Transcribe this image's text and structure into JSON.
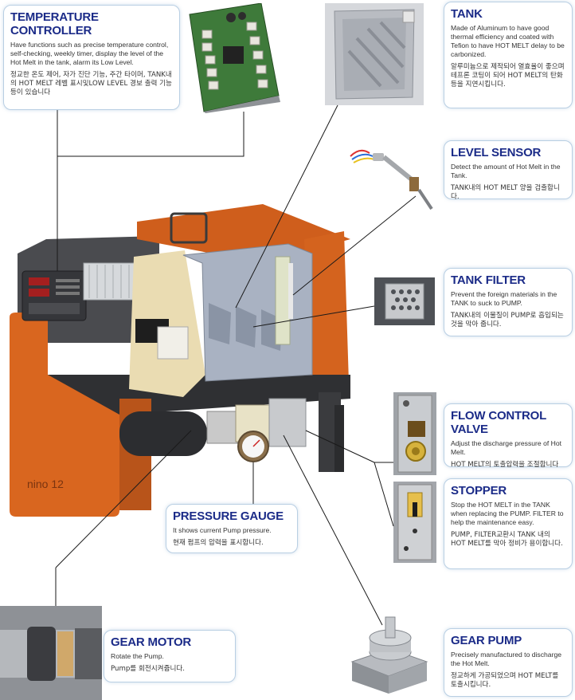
{
  "callouts": {
    "temperature_controller": {
      "title": "TEMPERATURE CONTROLLER",
      "en": "Have functions such as precise temperature control, self-checking, weekly timer, display the level of the Hot Melt in the tank, alarm its Low Level.",
      "ko": "정교한 온도 제어, 자가 진단 기능, 주간 타이머, TANK내의 HOT MELT 레벨 표시및LOW LEVEL 경보 출력 기능등이 있습니다"
    },
    "tank": {
      "title": "TANK",
      "en": "Made of Aluminum to have good thermal efficiency and coated with Tefion to have HOT MELT delay to be carbonized.",
      "ko": "알루미늄으로 제작되어 열효율이 좋으며 테프론 코팅이 되어 HOT MELT의 탄화등을 지연시킵니다."
    },
    "level_sensor": {
      "title": "LEVEL SENSOR",
      "en": "Detect the amount of Hot Melt in the Tank.",
      "ko": "TANK내의 HOT MELT 양을 검출합니다."
    },
    "tank_filter": {
      "title": "TANK FILTER",
      "en": "Prevent the foreign materials in the TANK to suck to PUMP.",
      "ko": "TANK내의 이물질이 PUMP로 흡입되는것을 막아 줍니다."
    },
    "flow_control_valve": {
      "title": "FLOW CONTROL VALVE",
      "en": "Adjust the discharge pressure of Hot Melt.",
      "ko": "HOT MELT의 토출압력을 조절합니다"
    },
    "stopper": {
      "title": "STOPPER",
      "en": "Stop the HOT MELT in the TANK when replacing the PUMP. FILTER to help the maintenance easy.",
      "ko": "PUMP, FILTER교환시 TANK 내의 HOT MELT를 막아 정비가 용이합니다."
    },
    "pressure_gauge": {
      "title": "PRESSURE GAUGE",
      "en": "It shows current Pump pressure.",
      "ko": "현재 펌프의 압력을 표시합니다."
    },
    "gear_motor": {
      "title": "GEAR MOTOR",
      "en": "Rotate the Pump.",
      "ko": "Pump를 회전시켜줍니다."
    },
    "gear_pump": {
      "title": "GEAR PUMP",
      "en": "Precisely manufactured to discharge the Hot Melt.",
      "ko": "정교하게 가공되었으며 HOT MELT를 토출시킵니다."
    }
  },
  "machine": {
    "model_label": "nino 12"
  },
  "colors": {
    "title_blue": "#1b2b88",
    "card_border": "#b9cfe3",
    "machine_orange": "#d9661f",
    "machine_dark": "#3a3b3e"
  }
}
